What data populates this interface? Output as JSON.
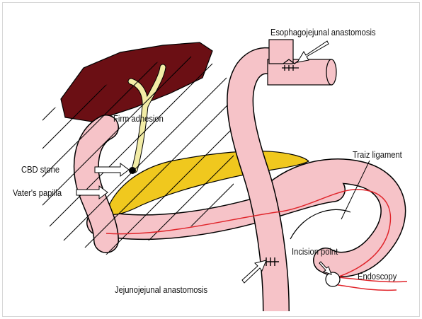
{
  "labels": {
    "esophagojejunal": "Esophagojejunal anastomosis",
    "firm_adhesion": "Firm adhesion",
    "cbd_stone": "CBD stone",
    "vaters_papilla": "Vater's papilla",
    "traiz_ligament": "Traiz ligament",
    "incision_point": "Incision point",
    "endoscopy": "Endoscopy",
    "jejunojejunal": "Jejunojejunal anastomosis"
  },
  "colors": {
    "liver": "#6b0f14",
    "bile_duct": "#f2eca6",
    "pancreas": "#f0c81e",
    "bowel": "#f6c3c8",
    "endoscope": "#e0242a",
    "outline": "#000000"
  }
}
